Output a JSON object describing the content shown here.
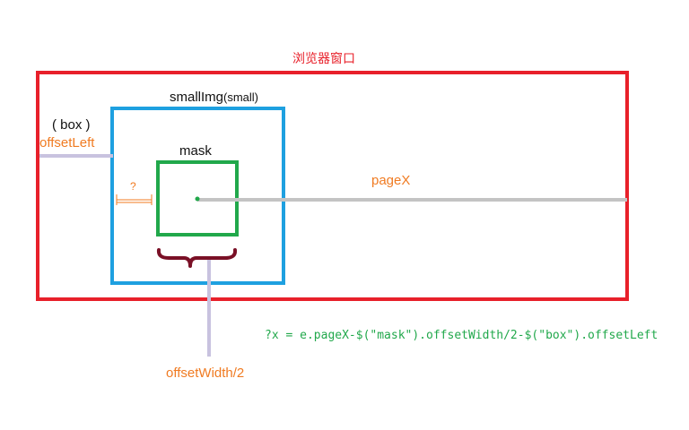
{
  "labels": {
    "window": "浏览器窗口",
    "small_img": "smallImg",
    "small_img_paren": "(small)",
    "box": "( box )",
    "offset_left": "offsetLeft",
    "mask": "mask",
    "question": "?",
    "page_x": "pageX",
    "formula": "?x = e.pageX-$(\"mask\").offsetWidth/2-$(\"box\").offsetLeft",
    "offset_width_half": "offsetWidth/2"
  },
  "colors": {
    "window_border": "#e8202a",
    "small_img_border": "#1ea0e0",
    "mask_border": "#21a84b",
    "measure_line": "#c8c2df",
    "pagex_line": "#c3c3c3",
    "question_marker": "#f07b22",
    "brace": "#7a1026",
    "accent_text": "#f07b22",
    "formula_text": "#21a84b"
  }
}
